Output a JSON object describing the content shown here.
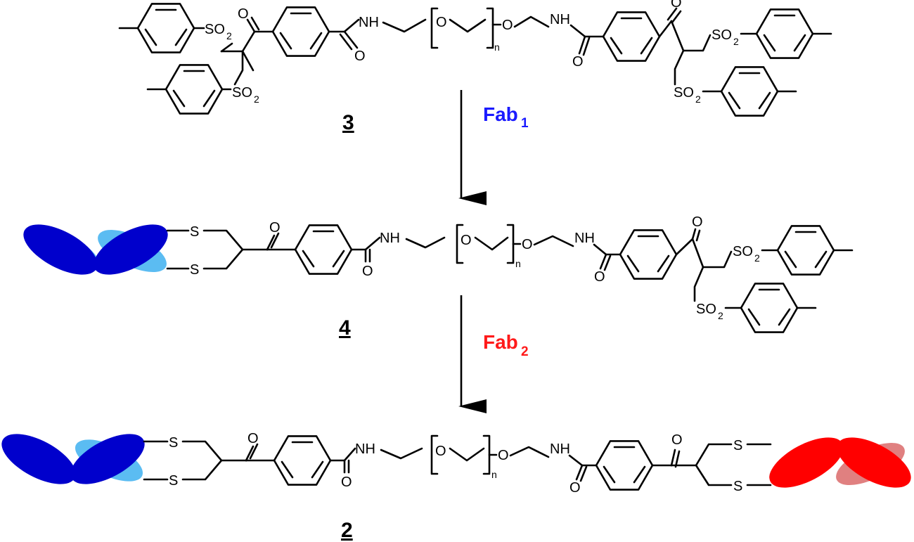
{
  "compounds": {
    "c3": "3",
    "c4": "4",
    "c2": "2"
  },
  "reagents": {
    "fab1": {
      "text": "Fab",
      "subscript": "1",
      "color": "#1a1aff"
    },
    "fab2": {
      "text": "Fab",
      "subscript": "2",
      "color": "#ff1a1a"
    }
  },
  "atoms": {
    "nh": "NH",
    "o": "O",
    "s": "S",
    "so": "SO",
    "so_sub": "2",
    "n_repeat": "n"
  },
  "colors": {
    "fab_dark_blue": "#0000cc",
    "fab_light_blue": "#5bbcf2",
    "fab_red": "#ff0000",
    "fab_light_red": "#e08080",
    "bond": "#000000"
  },
  "icons": {
    "fab1_fragment": "blue-antibody-fab-icon",
    "fab2_fragment": "red-antibody-fab-icon",
    "reaction_arrow": "down-arrow-icon"
  }
}
